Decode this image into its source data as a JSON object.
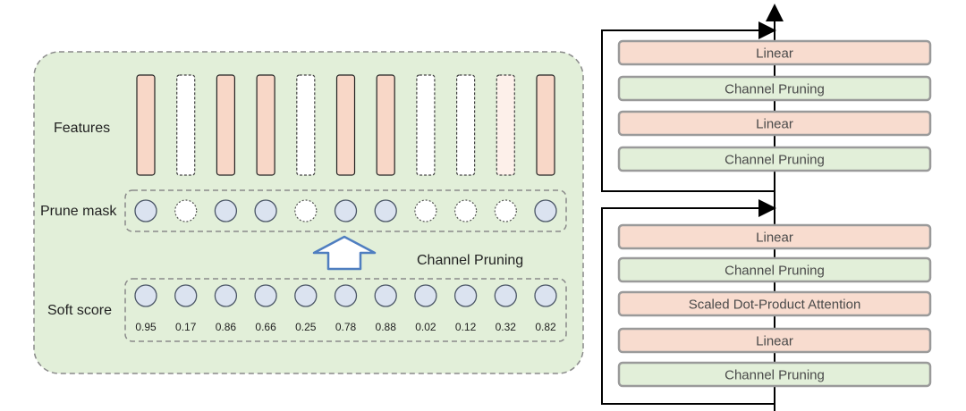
{
  "left_panel": {
    "row_labels": {
      "features": "Features",
      "prune_mask": "Prune mask",
      "soft_score": "Soft score"
    },
    "arrow_label": "Channel Pruning",
    "features": [
      {
        "state": "kept"
      },
      {
        "state": "pruned"
      },
      {
        "state": "kept"
      },
      {
        "state": "kept"
      },
      {
        "state": "pruned"
      },
      {
        "state": "kept"
      },
      {
        "state": "kept"
      },
      {
        "state": "pruned"
      },
      {
        "state": "pruned"
      },
      {
        "state": "pruned-faint"
      },
      {
        "state": "kept"
      }
    ],
    "prune_mask": [
      true,
      false,
      true,
      true,
      false,
      true,
      true,
      false,
      false,
      false,
      true
    ],
    "soft_scores": [
      "0.95",
      "0.17",
      "0.86",
      "0.66",
      "0.25",
      "0.78",
      "0.88",
      "0.02",
      "0.12",
      "0.32",
      "0.82"
    ]
  },
  "right_panel": {
    "top_block": [
      "Linear",
      "Channel Pruning",
      "Linear",
      "Channel Pruning"
    ],
    "bottom_block": [
      "Linear",
      "Channel Pruning",
      "Scaled Dot-Product Attention",
      "Linear",
      "Channel Pruning"
    ]
  },
  "colors": {
    "panel_fill": "#e2efd9",
    "feature_kept": "#f8d7c7",
    "circle_fill": "#dbe3f0",
    "circle_stroke": "#4a5566",
    "linear_fill": "#f8dccf",
    "pruning_fill": "#e2efd9",
    "arrow_blue": "#4f7ec0"
  }
}
